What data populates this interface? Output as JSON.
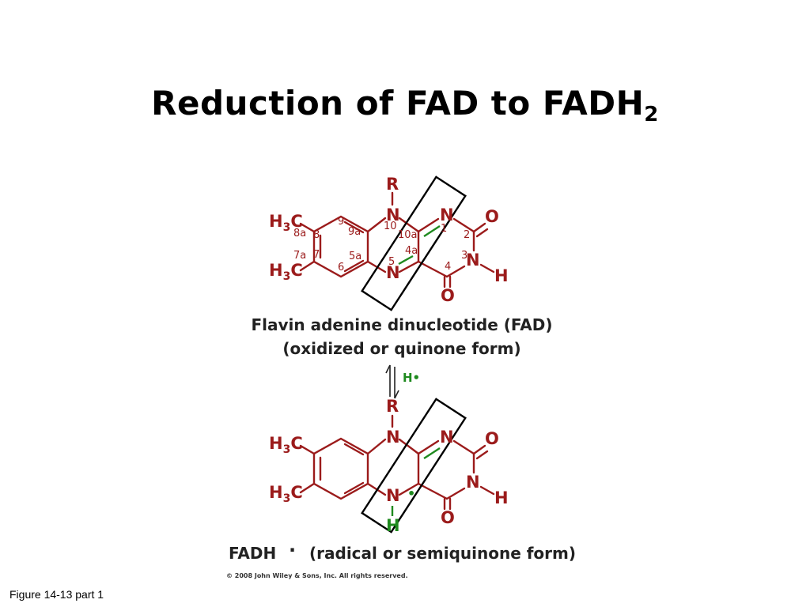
{
  "title": {
    "main": "Reduction of FAD to FADH",
    "subscript": "2"
  },
  "top_structure": {
    "atoms": {
      "R": "R",
      "N10": "N",
      "N1": "N",
      "O2": "O",
      "N3": "N",
      "H3": "H",
      "O4": "O",
      "N5": "N",
      "methyl_top": "H",
      "methyl_top_sub": "3",
      "methyl_top_c": "C",
      "methyl_bot": "H",
      "methyl_bot_sub": "3",
      "methyl_bot_c": "C"
    },
    "ring_numbers": [
      "9",
      "9a",
      "10",
      "8a",
      "8",
      "10a",
      "1",
      "2",
      "4a",
      "7a",
      "7",
      "5a",
      "3",
      "6",
      "5",
      "4"
    ],
    "caption_line1": "Flavin adenine dinucleotide (FAD)",
    "caption_line2": "(oxidized or quinone form)"
  },
  "reaction": {
    "reagent": "H•"
  },
  "bottom_structure": {
    "atoms": {
      "R": "R",
      "N10": "N",
      "N1": "N",
      "O2": "O",
      "N3": "N",
      "H3": "H",
      "O4": "O",
      "N5": "N",
      "H5": "H",
      "methyl_top": "H",
      "methyl_top_sub": "3",
      "methyl_top_c": "C",
      "methyl_bot": "H",
      "methyl_bot_sub": "3",
      "methyl_bot_c": "C",
      "radical_dot": "•"
    },
    "caption_name": "FADH",
    "caption_dot": "·",
    "caption_form": "(radical or semiquinone form)"
  },
  "copyright": "© 2008 John Wiley & Sons, Inc. All rights reserved.",
  "figure_label": "Figure 14-13 part 1",
  "colors": {
    "structure": "#9b1b1b",
    "highlight": "#1f8a1f",
    "text": "#000000"
  }
}
